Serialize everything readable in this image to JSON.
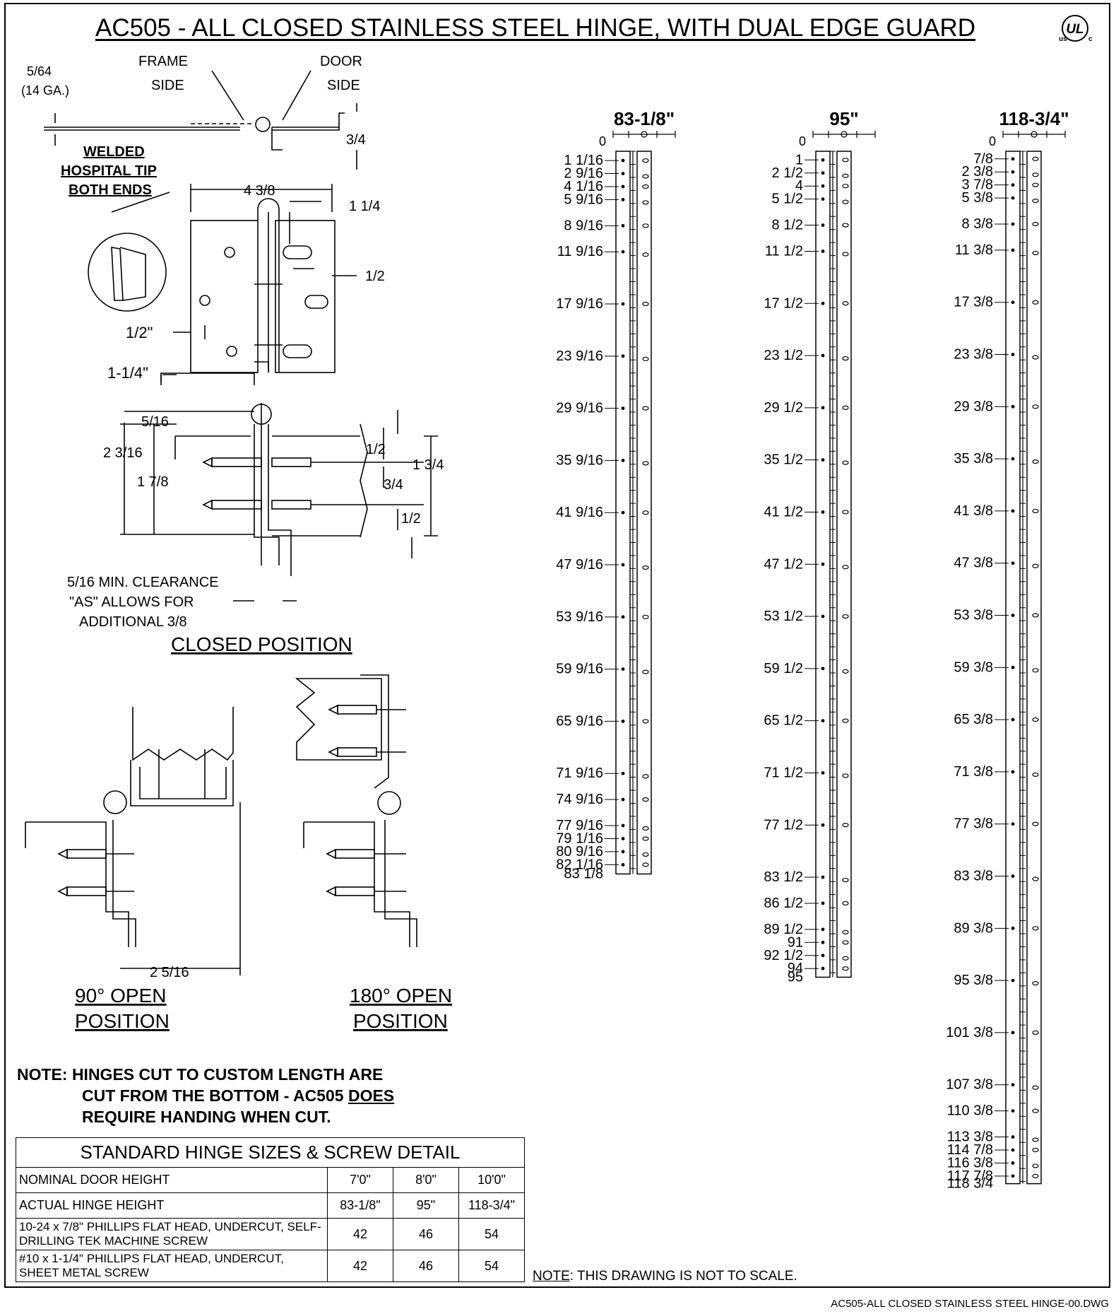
{
  "title": "AC505 - ALL CLOSED STAINLESS STEEL HINGE, WITH DUAL EDGE GUARD",
  "logo": {
    "text": "UL",
    "sub_left": "us",
    "sub_right": "c"
  },
  "top_view": {
    "gauge_line1": "5/64",
    "gauge_line2": "(14 GA.)",
    "frame_side_1": "FRAME",
    "frame_side_2": "SIDE",
    "door_side_1": "DOOR",
    "door_side_2": "SIDE",
    "dim_3_4": "3/4",
    "welded_1": "WELDED",
    "welded_2": "HOSPITAL TIP",
    "welded_3": "BOTH ENDS",
    "dim_4_3_8": "4 3/8",
    "dim_1_1_4": "1 1/4",
    "dim_1_2": "1/2",
    "dim_1_2_in": "1/2\"",
    "dim_1_1_4_in": "1-1/4\""
  },
  "closed_view": {
    "dim_5_16": "5/16",
    "dim_2_3_16": "2 3/16",
    "dim_1_7_8": "1 7/8",
    "dim_1_2_a": "1/2",
    "dim_1_3_4": "1 3/4",
    "dim_3_4": "3/4",
    "dim_1_2_b": "1/2",
    "clearance_1": "5/16 MIN. CLEARANCE",
    "clearance_2": "\"AS\" ALLOWS FOR",
    "clearance_3": "ADDITIONAL 3/8",
    "caption": "CLOSED POSITION"
  },
  "open90": {
    "dim": "2 5/16",
    "caption_1": "90° OPEN",
    "caption_2": "POSITION"
  },
  "open180": {
    "caption_1": "180° OPEN",
    "caption_2": "POSITION"
  },
  "hinges": [
    {
      "header": "83-1/8\"",
      "total": 83.125,
      "labels": [
        {
          "t": "0",
          "v": 0
        },
        {
          "t": "1 1/16",
          "v": 1.0625
        },
        {
          "t": "2 9/16",
          "v": 2.5625
        },
        {
          "t": "4 1/16",
          "v": 4.0625
        },
        {
          "t": "5 9/16",
          "v": 5.5625
        },
        {
          "t": "8 9/16",
          "v": 8.5625
        },
        {
          "t": "11 9/16",
          "v": 11.5625
        },
        {
          "t": "17 9/16",
          "v": 17.5625
        },
        {
          "t": "23 9/16",
          "v": 23.5625
        },
        {
          "t": "29 9/16",
          "v": 29.5625
        },
        {
          "t": "35 9/16",
          "v": 35.5625
        },
        {
          "t": "41 9/16",
          "v": 41.5625
        },
        {
          "t": "47 9/16",
          "v": 47.5625
        },
        {
          "t": "53 9/16",
          "v": 53.5625
        },
        {
          "t": "59 9/16",
          "v": 59.5625
        },
        {
          "t": "65 9/16",
          "v": 65.5625
        },
        {
          "t": "71 9/16",
          "v": 71.5625
        },
        {
          "t": "74 9/16",
          "v": 74.5625
        },
        {
          "t": "77 9/16",
          "v": 77.5625
        },
        {
          "t": "79 1/16",
          "v": 79.0625
        },
        {
          "t": "80 9/16",
          "v": 80.5625
        },
        {
          "t": "82 1/16",
          "v": 82.0625
        },
        {
          "t": "83 1/8",
          "v": 83.125
        }
      ]
    },
    {
      "header": "95\"",
      "total": 95,
      "labels": [
        {
          "t": "0",
          "v": 0
        },
        {
          "t": "1",
          "v": 1
        },
        {
          "t": "2 1/2",
          "v": 2.5
        },
        {
          "t": "4",
          "v": 4
        },
        {
          "t": "5 1/2",
          "v": 5.5
        },
        {
          "t": "8 1/2",
          "v": 8.5
        },
        {
          "t": "11 1/2",
          "v": 11.5
        },
        {
          "t": "17 1/2",
          "v": 17.5
        },
        {
          "t": "23 1/2",
          "v": 23.5
        },
        {
          "t": "29 1/2",
          "v": 29.5
        },
        {
          "t": "35 1/2",
          "v": 35.5
        },
        {
          "t": "41 1/2",
          "v": 41.5
        },
        {
          "t": "47 1/2",
          "v": 47.5
        },
        {
          "t": "53 1/2",
          "v": 53.5
        },
        {
          "t": "59 1/2",
          "v": 59.5
        },
        {
          "t": "65 1/2",
          "v": 65.5
        },
        {
          "t": "71 1/2",
          "v": 71.5
        },
        {
          "t": "77 1/2",
          "v": 77.5
        },
        {
          "t": "83 1/2",
          "v": 83.5
        },
        {
          "t": "86 1/2",
          "v": 86.5
        },
        {
          "t": "89 1/2",
          "v": 89.5
        },
        {
          "t": "91",
          "v": 91
        },
        {
          "t": "92 1/2",
          "v": 92.5
        },
        {
          "t": "94",
          "v": 94
        },
        {
          "t": "95",
          "v": 95
        }
      ]
    },
    {
      "header": "118-3/4\"",
      "total": 118.75,
      "labels": [
        {
          "t": "0",
          "v": 0
        },
        {
          "t": "7/8",
          "v": 0.875
        },
        {
          "t": "2 3/8",
          "v": 2.375
        },
        {
          "t": "3 7/8",
          "v": 3.875
        },
        {
          "t": "5 3/8",
          "v": 5.375
        },
        {
          "t": "8 3/8",
          "v": 8.375
        },
        {
          "t": "11 3/8",
          "v": 11.375
        },
        {
          "t": "17 3/8",
          "v": 17.375
        },
        {
          "t": "23 3/8",
          "v": 23.375
        },
        {
          "t": "29 3/8",
          "v": 29.375
        },
        {
          "t": "35 3/8",
          "v": 35.375
        },
        {
          "t": "41 3/8",
          "v": 41.375
        },
        {
          "t": "47 3/8",
          "v": 47.375
        },
        {
          "t": "53 3/8",
          "v": 53.375
        },
        {
          "t": "59 3/8",
          "v": 59.375
        },
        {
          "t": "65 3/8",
          "v": 65.375
        },
        {
          "t": "71 3/8",
          "v": 71.375
        },
        {
          "t": "77 3/8",
          "v": 77.375
        },
        {
          "t": "83 3/8",
          "v": 83.375
        },
        {
          "t": "89 3/8",
          "v": 89.375
        },
        {
          "t": "95 3/8",
          "v": 95.375
        },
        {
          "t": "101 3/8",
          "v": 101.375
        },
        {
          "t": "107 3/8",
          "v": 107.375
        },
        {
          "t": "110 3/8",
          "v": 110.375
        },
        {
          "t": "113 3/8",
          "v": 113.375
        },
        {
          "t": "114 7/8",
          "v": 114.875
        },
        {
          "t": "116 3/8",
          "v": 116.375
        },
        {
          "t": "117 7/8",
          "v": 117.875
        },
        {
          "t": "118 3/4",
          "v": 118.75
        }
      ]
    }
  ],
  "note": {
    "line1": "NOTE:  HINGES CUT TO CUSTOM LENGTH ARE",
    "line2a": "CUT FROM THE BOTTOM - AC505 ",
    "line2b": "DOES",
    "line3": "REQUIRE HANDING WHEN CUT."
  },
  "table": {
    "title": "STANDARD HINGE SIZES & SCREW DETAIL",
    "rows": [
      {
        "label": "NOMINAL DOOR HEIGHT",
        "values": [
          "7'0\"",
          "8'0\"",
          "10'0\""
        ]
      },
      {
        "label": "ACTUAL HINGE HEIGHT",
        "values": [
          "83-1/8\"",
          "95\"",
          "118-3/4\""
        ]
      },
      {
        "label": "10-24 x 7/8\" PHILLIPS FLAT HEAD, UNDERCUT, SELF-DRILLING TEK MACHINE SCREW",
        "values": [
          "42",
          "46",
          "54"
        ]
      },
      {
        "label": "#10 x 1-1/4\" PHILLIPS FLAT HEAD, UNDERCUT, SHEET METAL SCREW",
        "values": [
          "42",
          "46",
          "54"
        ]
      }
    ]
  },
  "scale_note": {
    "prefix": "NOTE",
    "rest": ": THIS DRAWING IS NOT TO SCALE."
  },
  "dwg_name": "AC505-ALL CLOSED STAINLESS STEEL HINGE-00.DWG"
}
